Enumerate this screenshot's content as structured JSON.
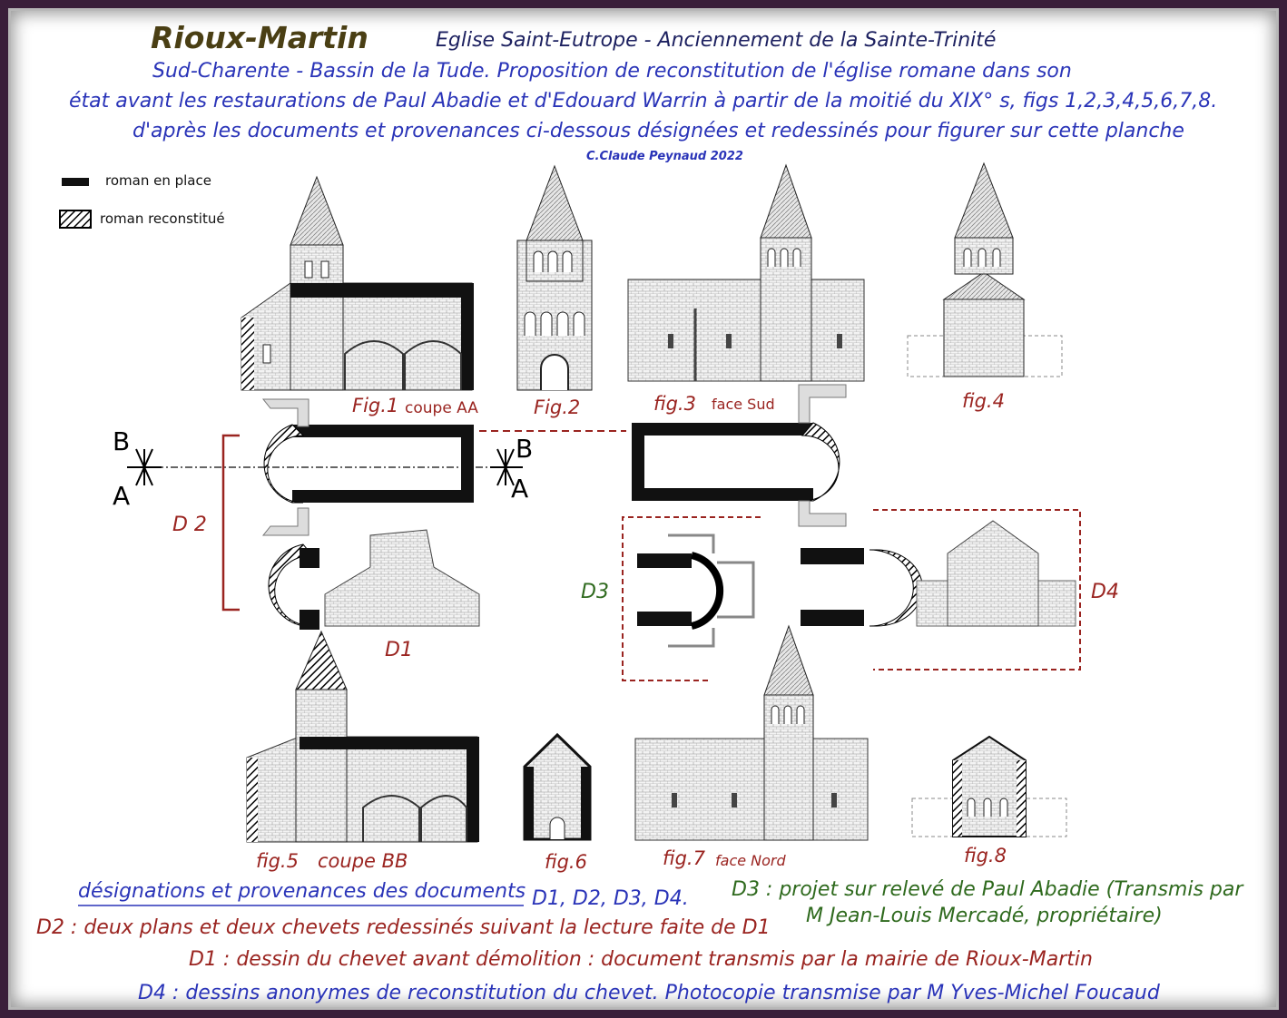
{
  "header": {
    "title": "Rioux-Martin",
    "subtitle": "Eglise Saint-Eutrope - Anciennement  de la Sainte-Trinité",
    "line1": "Sud-Charente - Bassin de la Tude. Proposition de reconstitution de l'église romane dans son",
    "line2": "état avant les restaurations de Paul Abadie et d'Edouard Warrin à partir de la moitié du XIX° s, figs 1,2,3,4,5,6,7,8.",
    "line3": "d'après les documents et provenances ci-dessous désignées et redessinés pour figurer sur cette planche",
    "credit": "C.Claude Peynaud 2022"
  },
  "legend": {
    "in_place": "roman en place",
    "reconstructed": "roman reconstitué"
  },
  "figures": {
    "fig1": "Fig.1",
    "fig1_note": "coupe AA",
    "fig2": "Fig.2",
    "fig3": "fig.3",
    "fig3_note": "face Sud",
    "fig4": "fig.4",
    "fig5": "fig.5",
    "fig5_note": "coupe BB",
    "fig6": "fig.6",
    "fig7": "fig.7",
    "fig7_note": "face Nord",
    "fig8": "fig.8"
  },
  "plan_labels": {
    "b_left": "B",
    "a_left": "A",
    "b_right": "B",
    "a_right": "A",
    "d1": "D1",
    "d2": "D 2",
    "d3": "D3",
    "d4": "D4"
  },
  "footer": {
    "designations": "désignations et provenances des documents",
    "doc_list": "D1, D2, D3, D4.",
    "d3_text_a": "D3 : projet sur relevé de Paul Abadie  (Transmis par",
    "d3_text_b": "M Jean-Louis Mercadé, propriétaire)",
    "d2_text": "D2 : deux plans et deux chevets  redessinés suivant la lecture faite de D1",
    "d1_text": "D1 : dessin du chevet avant démolition : document transmis par la mairie de Rioux-Martin",
    "d4_text": "D4 : dessins anonymes de reconstitution du chevet. Photocopie transmise par M Yves-Michel Foucaud"
  },
  "colors": {
    "frame": "#3a1f3a",
    "title": "#4a3f14",
    "blue": "#2a34b8",
    "red": "#9a2420",
    "green": "#2f6a1e"
  }
}
